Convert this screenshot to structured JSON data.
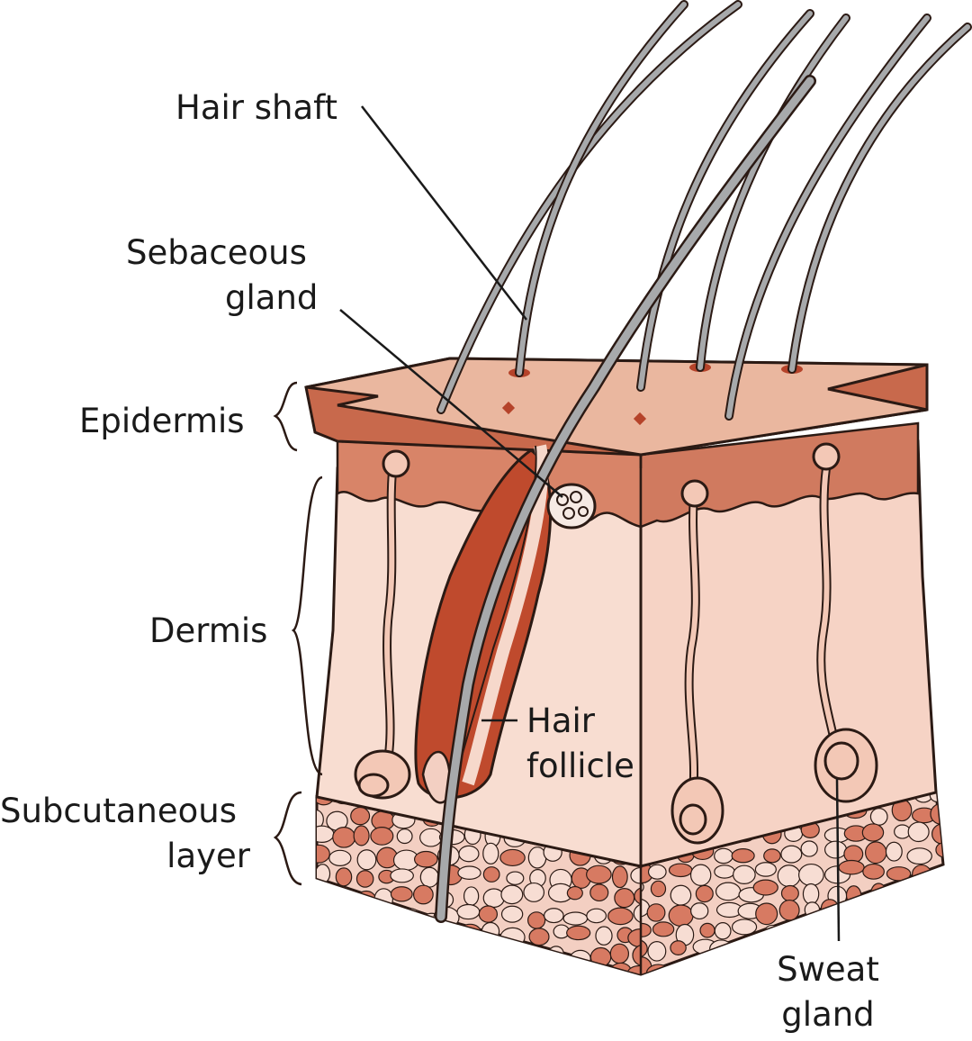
{
  "labels": {
    "hair_shaft": "Hair shaft",
    "sebaceous_gland": [
      "Sebaceous",
      "gland"
    ],
    "epidermis": "Epidermis",
    "dermis": "Dermis",
    "subcutaneous_layer": [
      "Subcutaneous",
      "layer"
    ],
    "hair_follicle": [
      "Hair",
      "follicle"
    ],
    "sweat_gland": [
      "Sweat",
      "gland"
    ]
  },
  "colors": {
    "epidermis_top": "#eab79f",
    "epidermis_edge": "#c8694c",
    "dermis": "#f6d8cb",
    "follicle": "#bf4a2d",
    "fat_light": "#f7ddd3",
    "fat_dark": "#d77a62",
    "hair": "#a7a9ab",
    "outline": "#2b1a14"
  }
}
